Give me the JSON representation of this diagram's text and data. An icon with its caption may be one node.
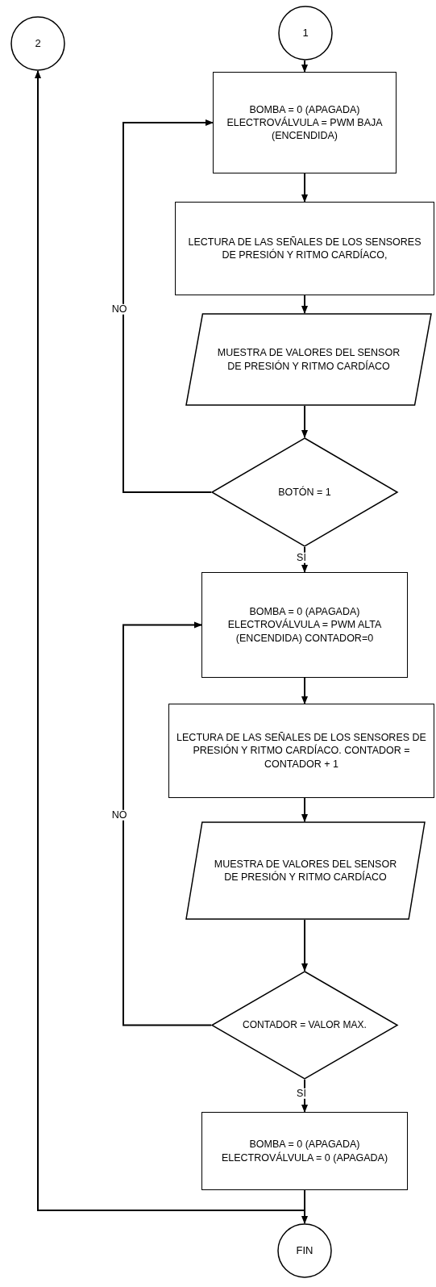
{
  "diagram": {
    "nodes": [
      {
        "text": [
          "2"
        ]
      },
      {
        "text": [
          "1"
        ]
      },
      {
        "text": [
          "BOMBA = 0 (APAGADA) ELECTROVÁLVULA = PWM BAJA (ENCENDIDA)"
        ]
      },
      {
        "text": [
          "LECTURA DE LAS SEÑALES DE LOS SENSORES DE PRESIÓN Y RITMO CARDÍACO,"
        ]
      },
      {
        "text": [
          "MUESTRA DE VALORES DEL SENSOR DE PRESIÓN Y RITMO CARDÍACO"
        ]
      },
      {
        "text": [
          "BOTÓN = 1"
        ]
      },
      {
        "text": [
          "BOMBA = 0 (APAGADA) ELECTROVÁLVULA = PWM ALTA (ENCENDIDA) CONTADOR=0"
        ]
      },
      {
        "text": [
          "LECTURA DE LAS SEÑALES DE LOS SENSORES DE PRESIÓN Y RITMO CARDÍACO. CONTADOR = CONTADOR + 1"
        ]
      },
      {
        "text": [
          "MUESTRA DE VALORES DEL SENSOR DE PRESIÓN Y RITMO CARDÍACO"
        ]
      },
      {
        "text": [
          "CONTADOR = VALOR MAX."
        ]
      },
      {
        "text": [
          "BOMBA = 0 (APAGADA) ELECTROVÁLVULA = 0 (APAGADA)"
        ]
      },
      {
        "text": [
          "FIN"
        ]
      }
    ],
    "edges": [
      {
        "from": 1,
        "to": 2,
        "arrow": "to"
      },
      {
        "from": 2,
        "to": 3,
        "arrow": "to"
      },
      {
        "from": 3,
        "to": 4,
        "arrow": "to"
      },
      {
        "from": 4,
        "to": 5,
        "arrow": "to"
      },
      {
        "from": 5,
        "to": 2,
        "arrow": "to",
        "label": "NO"
      },
      {
        "from": 5,
        "to": 6,
        "arrow": "to",
        "label": "SI"
      },
      {
        "from": 6,
        "to": 7,
        "arrow": "to"
      },
      {
        "from": 7,
        "to": 8,
        "arrow": "to"
      },
      {
        "from": 8,
        "to": 9,
        "arrow": "to"
      },
      {
        "from": 9,
        "to": 6,
        "arrow": "to",
        "label": "NO"
      },
      {
        "from": 9,
        "to": 10,
        "arrow": "to",
        "label": "SI"
      },
      {
        "from": 10,
        "to": 11,
        "arrow": "to"
      },
      {
        "from": 10,
        "to": 0,
        "arrow": "to"
      }
    ]
  }
}
